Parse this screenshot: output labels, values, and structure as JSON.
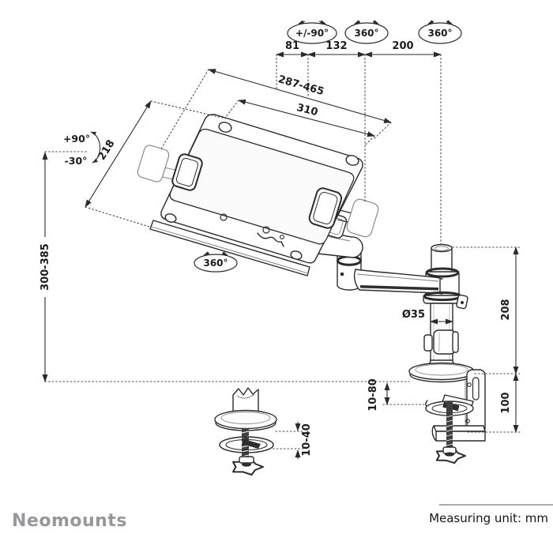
{
  "diagram": {
    "type": "product dimensional drawing",
    "product": "laptop desk mount arm with clamp and grommet fixing"
  },
  "colors": {
    "line": "#2b2b2b",
    "dotted_line": "#4a4a4a",
    "dimension_text": "#1c1c1c",
    "brand_text": "#96979a",
    "background": "#ffffff"
  },
  "labels": {
    "tilt_range": "+/-90°",
    "swivel_mid": "360°",
    "swivel_pole": "360°",
    "swivel_tray": "360°",
    "tilt_up": "+90°",
    "tilt_down": "-30°"
  },
  "dims": {
    "d81": "81",
    "d132": "132",
    "d200": "200",
    "width_range": "287-465",
    "inner_width": "310",
    "depth": "218",
    "height_range": "300-385",
    "pole_dia": "Ø35",
    "pole_height": "208",
    "clamp_drop": "100",
    "clamp_range": "10-80",
    "grommet_range": "10-40"
  },
  "footer": {
    "brand": "Neomounts",
    "unit": "Measuring unit: mm"
  }
}
